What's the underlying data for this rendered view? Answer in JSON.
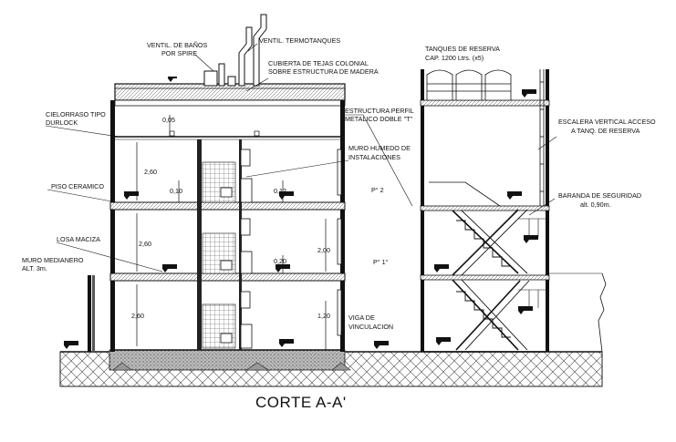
{
  "title": "CORTE A-A'",
  "labels": {
    "ventil_banos_1": "VENTIL. DE BAÑOS",
    "ventil_banos_2": "POR SPIRE",
    "ventil_termotanques": "VENTIL. TERMOTANQUES",
    "cubierta_1": "CUBIERTA DE TEJAS COLONIAL",
    "cubierta_2": "SOBRE ESTRUCTURA DE MADERA",
    "tanques_1": "TANQUES DE RESERVA",
    "tanques_2": "CAP. 1200 Ltrs. (x5)",
    "cielorraso_1": "CIELORRASO TIPO",
    "cielorraso_2": "DURLOCK",
    "estructura_1": "ESTRUCTURA PERFIL",
    "estructura_2": "METALICO DOBLE \"T\"",
    "escalera_1": "ESCALERA VERTICAL ACCESO",
    "escalera_2": "A TANQ. DE RESERVA",
    "muro_humedo_1": "MURO HUMEDO DE",
    "muro_humedo_2": "INSTALACIONES",
    "piso_ceramico": "PISO CERAMICO",
    "baranda_1": "BARANDA DE SEGURIDAD",
    "baranda_2": "alt. 0,90m.",
    "losa_maciza": "LOSA MACIZA",
    "muro_medianero_1": "MURO MEDIANERO",
    "muro_medianero_2": "ALT. 3m.",
    "viga_1": "VIGA DE",
    "viga_2": "VINCULACION",
    "piso_2": "P° 2",
    "piso_1": "P° 1°"
  },
  "dimensions": {
    "ceiling_gap": "0,05",
    "floor_height_top": "2,60",
    "floor_height_mid": "2,60",
    "floor_height_low": "2,60",
    "slab_1": "0,10",
    "slab_2": "0,12",
    "slab_3": "0,20",
    "window_height": "2,00",
    "sill_height": "1,20"
  }
}
